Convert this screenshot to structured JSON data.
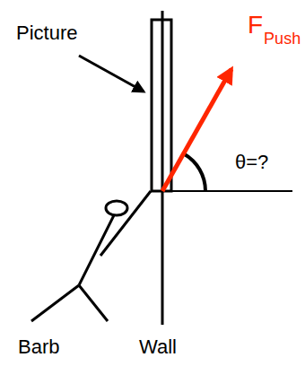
{
  "diagram": {
    "labels": [
      "Picture",
      "F",
      "Push",
      "θ=?",
      "Barb",
      "Wall"
    ]
  }
}
